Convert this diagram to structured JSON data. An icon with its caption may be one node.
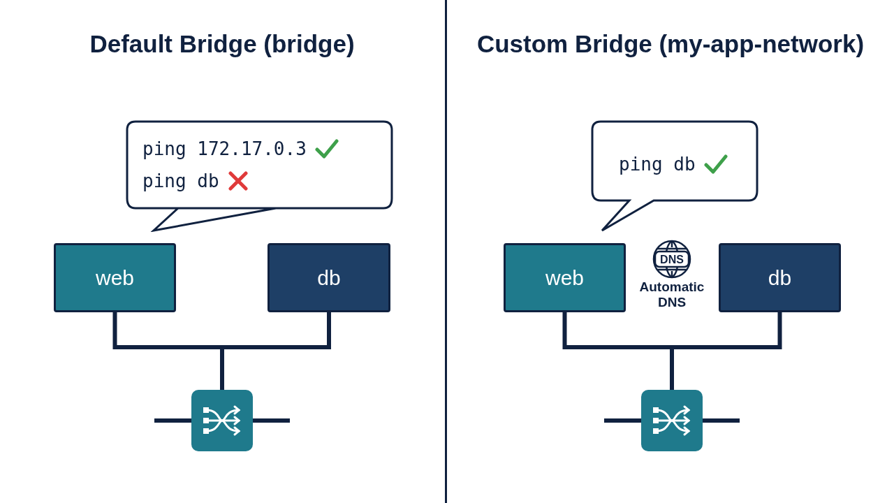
{
  "diagram": {
    "nodes": [
      {
        "text": [
          "ping 172.17.0.3",
          "ping db"
        ]
      },
      {
        "text": [
          "web"
        ]
      },
      {
        "text": [
          "db"
        ]
      },
      {
        "text": [],
        "shape": "box"
      },
      {
        "text": [
          "ping db"
        ]
      },
      {
        "text": [
          "web"
        ]
      },
      {
        "text": [
          "db"
        ]
      },
      {
        "text": [],
        "shape": "box"
      }
    ],
    "edges": [
      {
        "from": 1,
        "to": 3,
        "arrow": "none"
      },
      {
        "from": 2,
        "to": 3,
        "arrow": "none"
      },
      {
        "from": 3,
        "to": null,
        "arrow": "none"
      },
      {
        "from": 3,
        "to": null,
        "arrow": "none"
      },
      {
        "from": 5,
        "to": 7,
        "arrow": "none"
      },
      {
        "from": 6,
        "to": 7,
        "arrow": "none"
      },
      {
        "from": 7,
        "to": null,
        "arrow": "none"
      },
      {
        "from": 7,
        "to": null,
        "arrow": "none"
      }
    ],
    "labels": [
      "Default Bridge (bridge)",
      "Custom Bridge (my-app-network)",
      "DNS",
      "Automatic DNS"
    ]
  }
}
